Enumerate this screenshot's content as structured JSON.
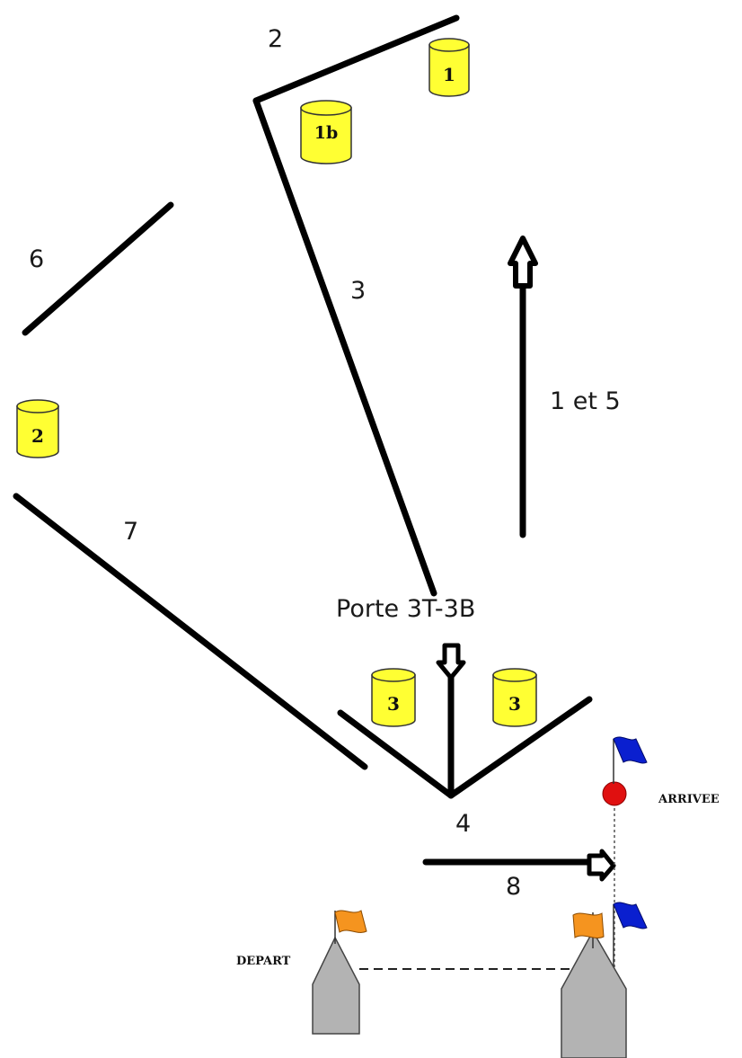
{
  "labels": {
    "leg_2": "2",
    "leg_3": "3",
    "leg_6": "6",
    "leg_7": "7",
    "leg_1_5": "1 et 5",
    "gate": "Porte 3T-3B",
    "leg_4": "4",
    "leg_8": "8",
    "finish": "ARRIVEE",
    "start": "DEPART"
  },
  "buoys": {
    "b1": "1",
    "b1b": "1b",
    "b2": "2",
    "b3_left": "3",
    "b3_right": "3"
  },
  "colors": {
    "buoy_fill": "#ffff33",
    "course_line": "#000000",
    "orange_flag": "#f5941f",
    "blue_flag": "#0a1fcf",
    "finish_mark": "#e01010",
    "boat_fill": "#b3b3b3"
  }
}
